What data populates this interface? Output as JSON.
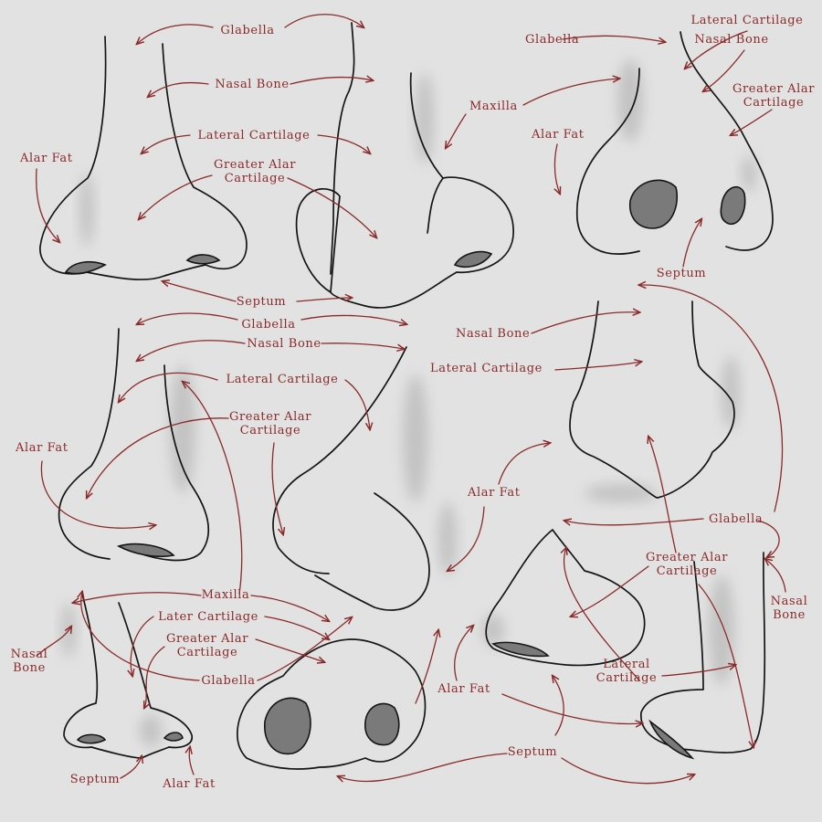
{
  "colors": {
    "background": "#e2e2e2",
    "label": "#8a2a2a",
    "line": "#151515",
    "shade": "#8a8a8a"
  },
  "labels": {
    "l1": "Glabella",
    "l2": "Nasal Bone",
    "l3": "Lateral Cartilage",
    "l4a": "Greater Alar",
    "l4b": "Cartilage",
    "l5": "Alar Fat",
    "l6": "Septum",
    "l7": "Glabella",
    "l8": "Lateral Cartilage",
    "l9": "Nasal Bone",
    "l10": "Maxilla",
    "l11a": "Greater Alar",
    "l11b": "Cartilage",
    "l12": "Alar Fat",
    "l13": "Septum",
    "l14": "Glabella",
    "l15": "Nasal Bone",
    "l16": "Lateral Cartilage",
    "l17a": "Greater Alar",
    "l17b": "Cartilage",
    "l18": "Alar Fat",
    "l19": "Nasal Bone",
    "l20": "Lateral Cartilage",
    "l21": "Alar Fat",
    "l22": "Glabella",
    "l23a": "Greater Alar",
    "l23b": "Cartilage",
    "l24a": "Nasal",
    "l24b": "Bone",
    "l25": "Maxilla",
    "l26": "Later Cartilage",
    "l27a": "Greater Alar",
    "l27b": "Cartilage",
    "l28": "Glabella",
    "l29a": "Nasal",
    "l29b": "Bone",
    "l30": "Septum",
    "l31": "Alar Fat",
    "l32a": "Lateral",
    "l32b": "Cartilage",
    "l33": "Alar Fat",
    "l34": "Septum"
  }
}
